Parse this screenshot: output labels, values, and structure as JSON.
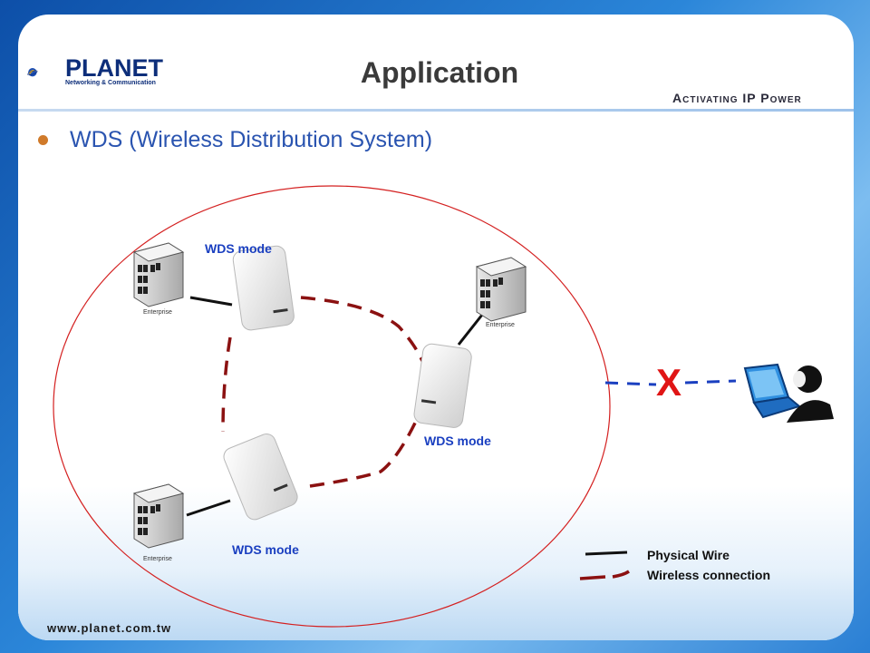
{
  "header": {
    "logo_text": "PLANET",
    "logo_subtitle": "Networking & Communication",
    "title": "Application",
    "tagline": "Activating IP Power"
  },
  "bullet": {
    "text": "WDS (Wireless Distribution System)"
  },
  "diagram": {
    "ap_labels": [
      "WDS mode",
      "WDS mode",
      "WDS mode"
    ],
    "building_labels": [
      "Enterprise",
      "Enterprise",
      "Enterprise"
    ],
    "blocked_symbol": "X",
    "colors": {
      "wireless": "#8b1111",
      "wire": "#111111",
      "circle": "#d42020",
      "blocked_link": "#1a3fc0",
      "blocked_symbol": "#e01515"
    }
  },
  "legend": {
    "items": [
      {
        "label": "Physical Wire",
        "style": "solid"
      },
      {
        "label": "Wireless connection",
        "style": "dashed"
      }
    ]
  },
  "footer": {
    "url": "www.planet.com.tw"
  }
}
